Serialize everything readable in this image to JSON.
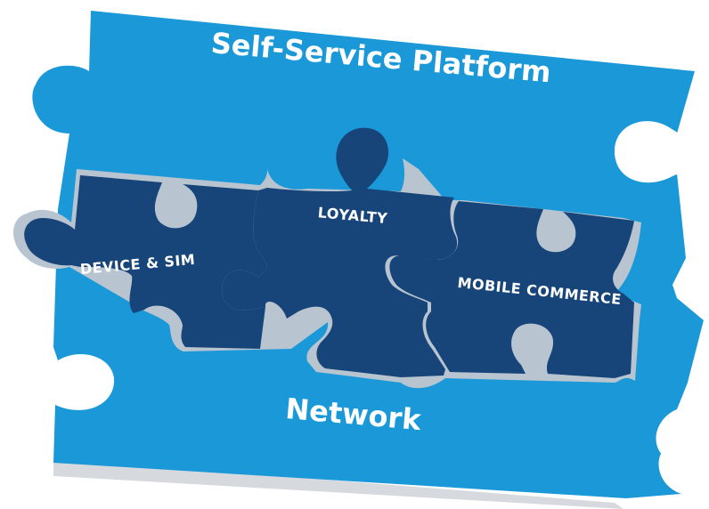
{
  "diagram": {
    "top_piece": {
      "label": "Self-Service Platform"
    },
    "bottom_piece": {
      "label": "Network"
    },
    "middle_pieces": [
      {
        "label": "DEVICE & SIM"
      },
      {
        "label": "LOYALTY"
      },
      {
        "label": "MOBILE COMMERCE"
      }
    ]
  },
  "colors": {
    "light_blue": "#1a98d8",
    "dark_blue": "#17457a",
    "outline": "#b8c4cf",
    "shadow": "#d2d6da"
  }
}
